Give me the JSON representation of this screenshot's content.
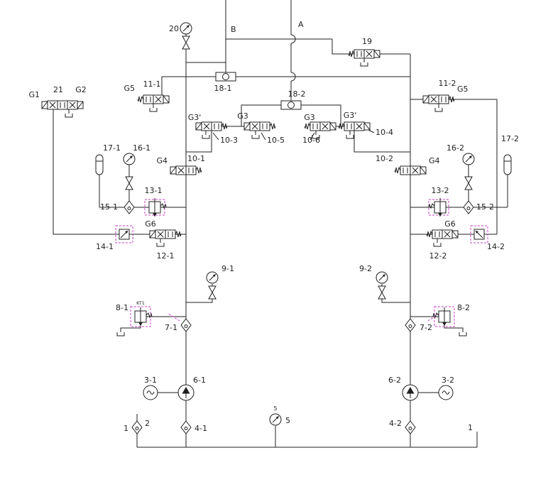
{
  "title": "hydraulic-circuit-diagram",
  "colors": {
    "line": "#1f1f1f",
    "pilot_line": "#cc3fcc",
    "background": "#ffffff"
  },
  "labels": {
    "n20": "20",
    "B": "B",
    "A": "A",
    "n19": "19",
    "n11_1": "11-1",
    "G5_left": "G5",
    "n18_1": "18-1",
    "n18_2": "18-2",
    "n11_2": "11-2",
    "G5_right": "G5",
    "G1": "G1",
    "n21": "21",
    "G2": "G2",
    "G3p_left": "G3'",
    "n10_3": "10-3",
    "G3_left": "G3",
    "n10_5": "10-5",
    "G3_right": "G3",
    "n10_6": "10-6",
    "G3p_right": "G3'",
    "n10_4": "10-4",
    "n17_1": "17-1",
    "n16_1": "16-1",
    "G4_left": "G4",
    "n10_1": "10-1",
    "n13_1": "13-1",
    "n15_1": "15-1",
    "n14_1": "14-1",
    "G6_left": "G6",
    "n12_1": "12-1",
    "n9_1": "9-1",
    "n8_1": "8-1",
    "kt1": "KT1",
    "n7_1": "7-1",
    "n3_1": "3-1",
    "n6_1": "6-1",
    "n1_left": "1",
    "n2": "2",
    "n4_1": "4-1",
    "n5_small": "5",
    "n5": "5",
    "n4_2": "4-2",
    "n6_2": "6-2",
    "n3_2": "3-2",
    "n7_2": "7-2",
    "n8_2": "8-2",
    "n9_2": "9-2",
    "n10_2": "10-2",
    "G4_right": "G4",
    "n13_2": "13-2",
    "n15_2": "15-2",
    "n14_2": "14-2",
    "G6_right": "G6",
    "n12_2": "12-2",
    "n16_2": "16-2",
    "n17_2": "17-2",
    "n1_right": "1"
  }
}
